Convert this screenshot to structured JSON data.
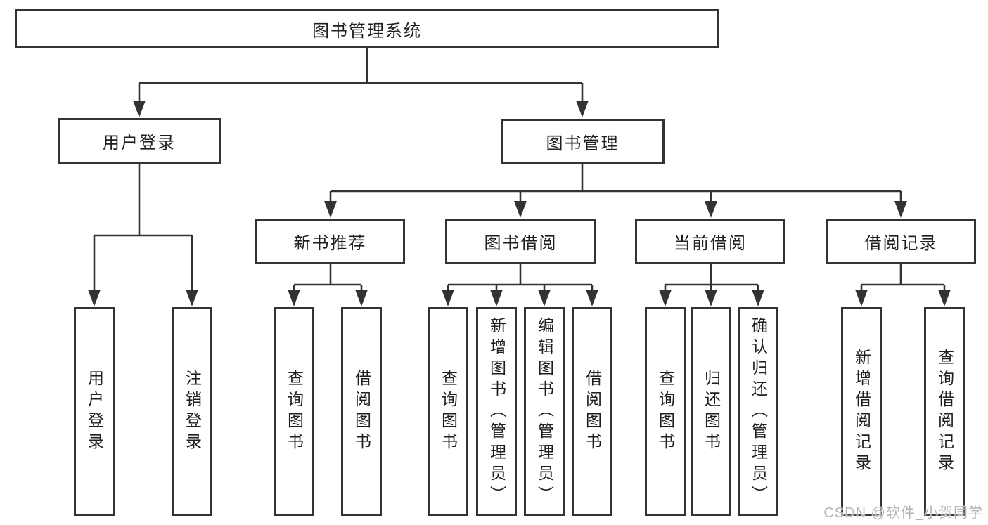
{
  "tree": {
    "label": "图书管理系统",
    "children": [
      {
        "label": "用户登录",
        "children": [
          {
            "label": "用户登录"
          },
          {
            "label": "注销登录"
          }
        ]
      },
      {
        "label": "图书管理",
        "children": [
          {
            "label": "新书推荐",
            "children": [
              {
                "label": "查询图书"
              },
              {
                "label": "借阅图书"
              }
            ]
          },
          {
            "label": "图书借阅",
            "children": [
              {
                "label": "查询图书"
              },
              {
                "label": "新增图书（管理员）"
              },
              {
                "label": "编辑图书（管理员）"
              },
              {
                "label": "借阅图书"
              }
            ]
          },
          {
            "label": "当前借阅",
            "children": [
              {
                "label": "查询图书"
              },
              {
                "label": "归还图书"
              },
              {
                "label": "确认归还（管理员）"
              }
            ]
          },
          {
            "label": "借阅记录",
            "children": [
              {
                "label": "新增借阅记录"
              },
              {
                "label": "查询借阅记录"
              }
            ]
          }
        ]
      }
    ]
  },
  "watermark": {
    "text": "CSDN @软件_小贺同学"
  },
  "colors": {
    "line": "#333333",
    "text": "#1f1f1f",
    "watermark_text": "#b5b5b5",
    "background": "#ffffff"
  }
}
